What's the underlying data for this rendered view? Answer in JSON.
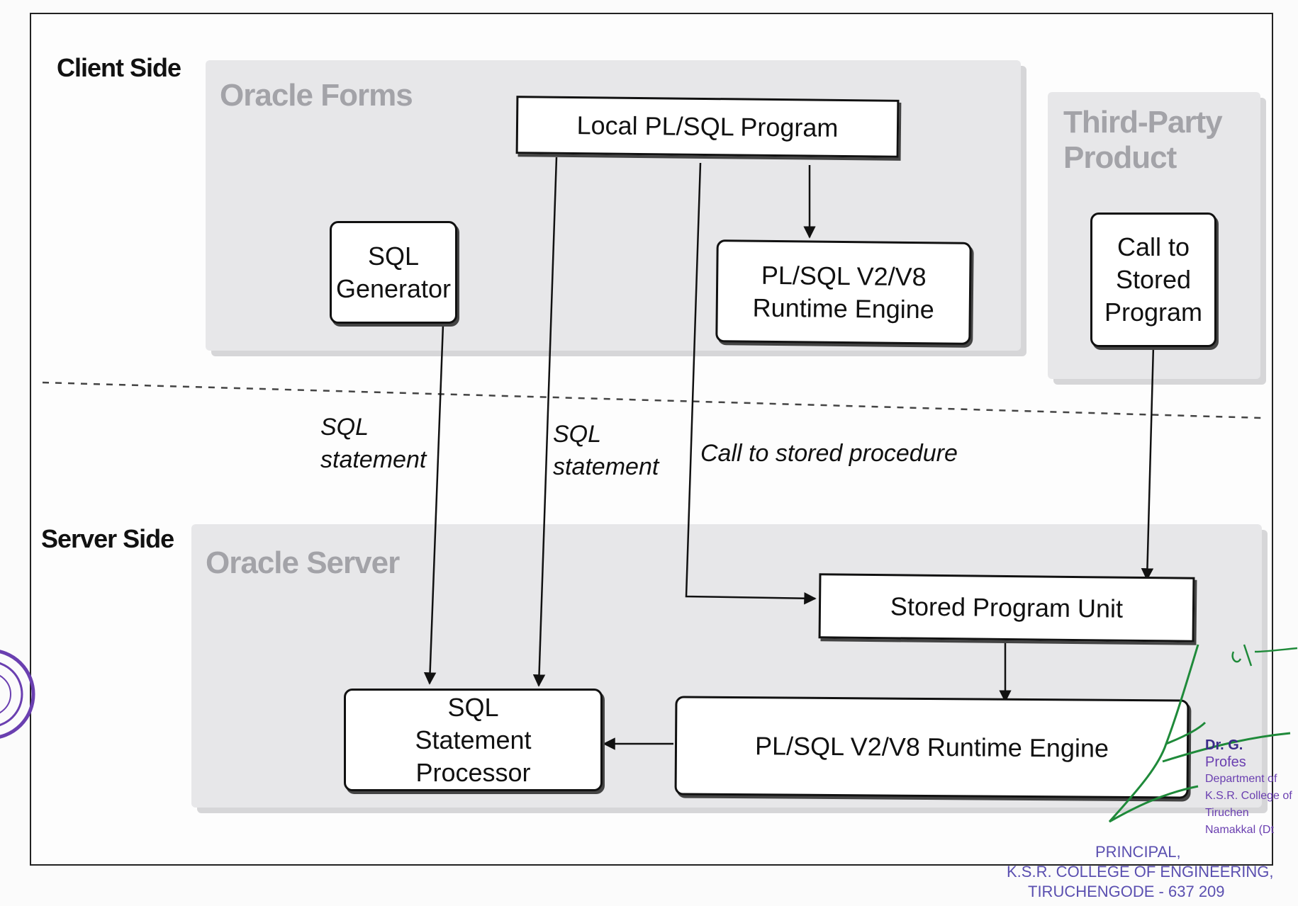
{
  "side_labels": {
    "client": "Client Side",
    "server": "Server Side"
  },
  "panels": {
    "oracle_forms": "Oracle Forms",
    "third_party": "Third-Party Product",
    "oracle_server": "Oracle Server"
  },
  "nodes": {
    "local_plsql": "Local PL/SQL Program",
    "sql_generator": "SQL Generator",
    "plsql_engine_client": "PL/SQL V2/V8 Runtime Engine",
    "call_to_stored": "Call to Stored Program",
    "stored_program_unit": "Stored Program Unit",
    "sql_statement_processor": "SQL Statement Processor",
    "plsql_engine_server": "PL/SQL V2/V8 Runtime Engine"
  },
  "edge_labels": {
    "sql_statement_1": "SQL statement",
    "sql_statement_2": "SQL statement",
    "call_stored_procedure": "Call to stored procedure"
  },
  "stamp": {
    "signatory_lines": [
      "Dr. G.",
      "Profes",
      "Department of",
      "K.S.R. College of",
      "Tiruchen",
      "Namakkal (Dt"
    ],
    "principal": "PRINCIPAL,",
    "college": "K.S.R. COLLEGE OF ENGINEERING,",
    "town": "TIRUCHENGODE - 637 209"
  },
  "colors": {
    "panel_bg": "#e7e7e9",
    "panel_title": "#a3a3a8",
    "stamp": "#6a3fb0"
  }
}
